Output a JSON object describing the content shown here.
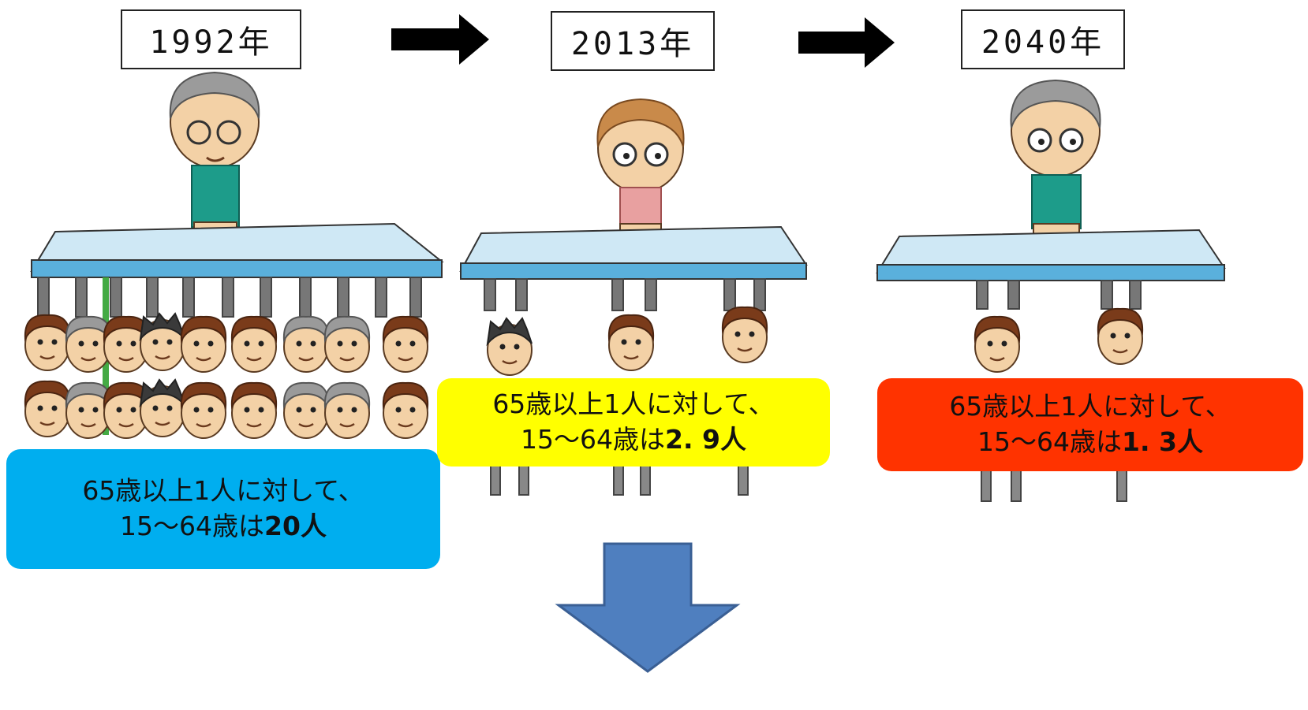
{
  "years": [
    "1992年",
    "2013年",
    "2040年"
  ],
  "panels": [
    {
      "line1": "65歳以上1人に対して、",
      "line2_prefix": "15〜64歳は",
      "line2_value": "20人",
      "color": "#00aeef"
    },
    {
      "line1": "65歳以上1人に対して、",
      "line2_prefix": "15〜64歳は",
      "line2_value": "2. 9人",
      "color": "#ffff00"
    },
    {
      "line1": "65歳以上1人に対して、",
      "line2_prefix": "15〜64歳は",
      "line2_value": "1. 3人",
      "color": "#ff3300"
    }
  ],
  "colors": {
    "table_top": "#cfe8f5",
    "table_edge": "#5ab0dc",
    "down_arrow": "#4f7fbf",
    "down_arrow_border": "#3a5f94"
  }
}
